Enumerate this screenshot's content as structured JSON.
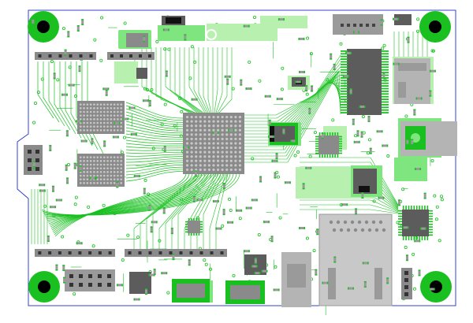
{
  "board": {
    "colors": {
      "background": "#ffffff",
      "outline": "#3040d0",
      "copper": "#19c020",
      "copper_fill": "#7fe57f",
      "copper_light": "#b8f0b0",
      "component": "#8a8a8a",
      "component_dark": "#5c5c5c",
      "pad": "#c8c8c8",
      "hole": "#000000",
      "black_part": "#111111"
    },
    "mounting_holes": 4,
    "bga_packages": 3,
    "qfp_packages": 3,
    "pin_headers": 6
  }
}
